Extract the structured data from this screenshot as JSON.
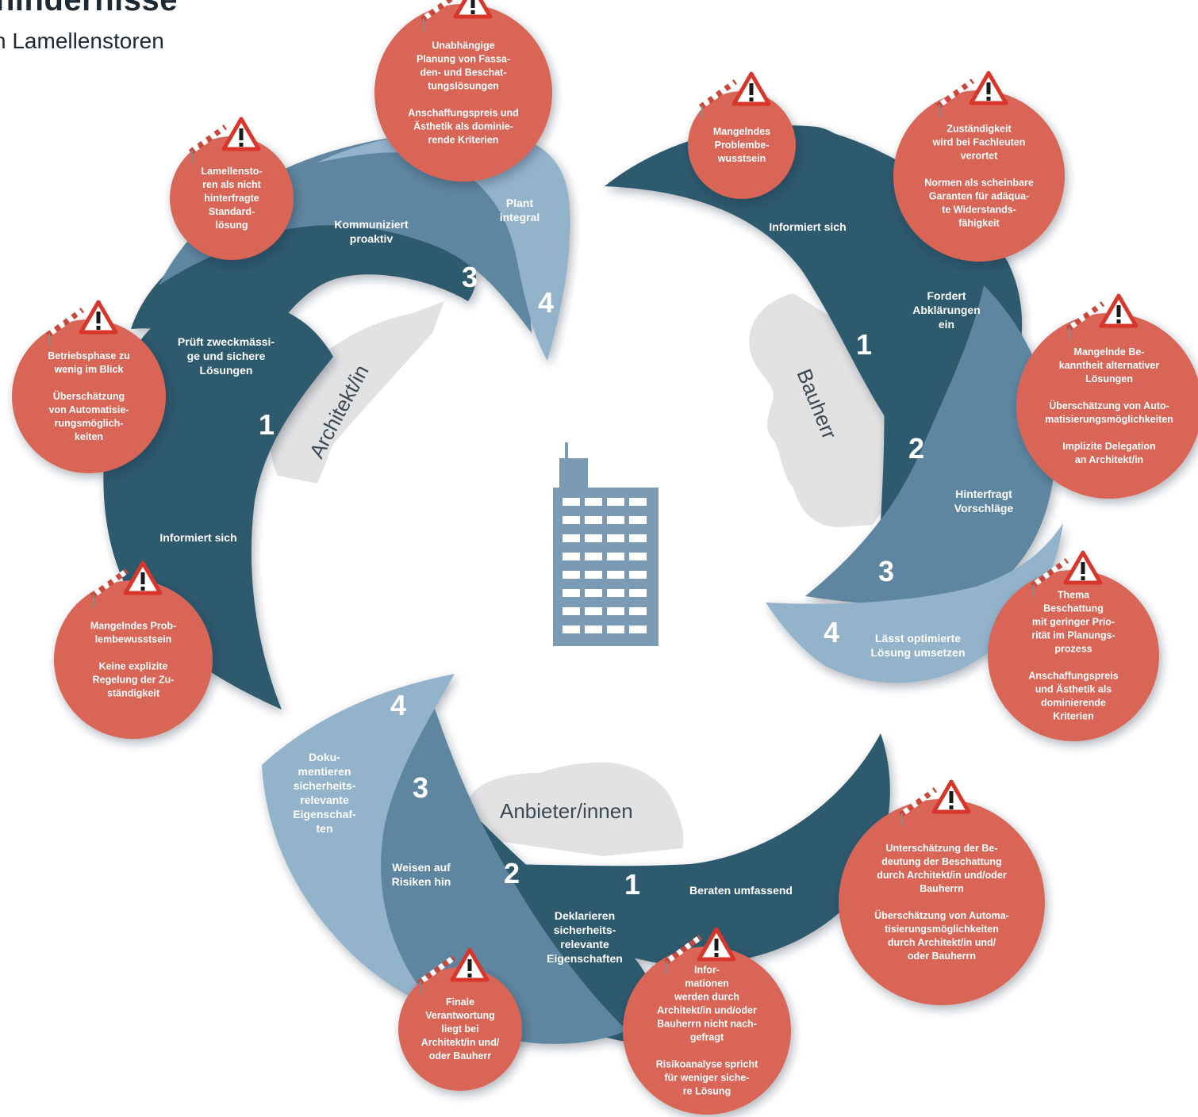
{
  "header": {
    "title": "hindernisse",
    "subtitle": "n Lamellenstoren"
  },
  "colors": {
    "dark": "#2e5a6e",
    "mid": "#5f86a0",
    "light": "#93b3cb",
    "bubble": "#d96556",
    "silhouette": "#e0e0e0",
    "building": "#7b9bb5"
  },
  "roles": {
    "architect": "Architekt/in",
    "client": "Bauherr",
    "supplier": "Anbieter/innen"
  },
  "architect": {
    "steps": [
      {
        "number": "1",
        "label": [
          "Informiert sich"
        ]
      },
      {
        "number": "2",
        "label": [
          "Prüft zweckmässi-",
          "ge und sichere",
          "Lösungen"
        ]
      },
      {
        "number": "3",
        "label": [
          "Kommuniziert",
          "proaktiv"
        ]
      },
      {
        "number": "4",
        "label": [
          "Plant",
          "integral"
        ]
      }
    ],
    "obstacles": [
      {
        "lines": [
          "Mangelndes Prob-",
          "lembewusstsein",
          "",
          "Keine explizite",
          "Regelung der Zu-",
          "ständigkeit"
        ]
      },
      {
        "lines": [
          "Betriebsphase zu",
          "wenig im Blick",
          "",
          "Überschätzung",
          "von Automatisie-",
          "rungsmöglich-",
          "keiten"
        ]
      },
      {
        "lines": [
          "Lamellensto-",
          "ren als nicht",
          "hinterfragte",
          "Standard-",
          "lösung"
        ]
      },
      {
        "lines": [
          "Unabhängige",
          "Planung von Fassa-",
          "den- und Beschat-",
          "tungslösungen",
          "",
          "Anschaffungspreis und",
          "Ästhetik als dominie-",
          "rende Kriterien"
        ]
      }
    ]
  },
  "client": {
    "steps": [
      {
        "number": "1",
        "label": [
          "Informiert sich"
        ]
      },
      {
        "number": "2",
        "label": [
          "Fordert",
          "Abklärungen",
          "ein"
        ]
      },
      {
        "number": "3",
        "label": [
          "Hinterfragt",
          "Vorschläge"
        ]
      },
      {
        "number": "4",
        "label": [
          "Lässt optimierte",
          "Lösung umsetzen"
        ]
      }
    ],
    "obstacles": [
      {
        "lines": [
          "Mangelndes",
          "Problembe-",
          "wusstsein"
        ]
      },
      {
        "lines": [
          "Zuständigkeit",
          "wird bei Fachleuten",
          "verortet",
          "",
          "Normen als scheinbare",
          "Garanten für adäqua-",
          "te Widerstands-",
          "fähigkeit"
        ]
      },
      {
        "lines": [
          "Mangelnde Be-",
          "kanntheit alternativer",
          "Lösungen",
          "",
          "Überschätzung von Auto-",
          "matisierungsmöglichkeiten",
          "",
          "Implizite Delegation",
          "an Architekt/in"
        ]
      },
      {
        "lines": [
          "Thema",
          "Beschattung",
          "mit geringer Prio-",
          "rität im Planungs-",
          "prozess",
          "",
          "Anschaffungspreis",
          "und Ästhetik als",
          "dominierende",
          "Kriterien"
        ]
      }
    ]
  },
  "supplier": {
    "steps": [
      {
        "number": "1",
        "label": [
          "Beraten umfassend"
        ]
      },
      {
        "number": "2",
        "label": [
          "Deklarieren",
          "sicherheits-",
          "relevante",
          "Eigenschaften"
        ]
      },
      {
        "number": "3",
        "label": [
          "Weisen auf",
          "Risiken hin"
        ]
      },
      {
        "number": "4",
        "label": [
          "Doku-",
          "mentieren",
          "sicherheits-",
          "relevante",
          "Eigenschaf-",
          "ten"
        ]
      }
    ],
    "obstacles": [
      {
        "lines": [
          "Unterschätzung der Be-",
          "deutung der Beschattung",
          "durch Architekt/in und/oder",
          "Bauherrn",
          "",
          "Überschätzung von Automa-",
          "tisierungsmöglichkeiten",
          "durch Architekt/in und/",
          "oder Bauherrn"
        ]
      },
      {
        "lines": [
          "Infor-",
          "mationen",
          "werden durch",
          "Architekt/in und/oder",
          "Bauherrn nicht nach-",
          "gefragt",
          "",
          "Risikoanalyse spricht",
          "für weniger siche-",
          "re Lösung"
        ]
      },
      {
        "lines": [
          "Finale",
          "Verantwortung",
          "liegt bei",
          "Architekt/in und/",
          "oder Bauherr"
        ]
      }
    ]
  }
}
